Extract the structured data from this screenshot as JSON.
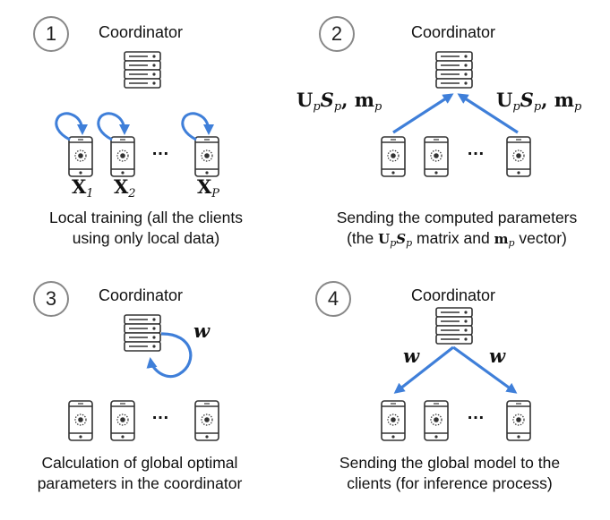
{
  "colors": {
    "arrow": "#3f7fd9",
    "device": "#333333",
    "circle": "#888888"
  },
  "icons": {
    "server": "server-icon",
    "phone": "smartphone-icon"
  },
  "panels": [
    {
      "step": "1",
      "coordinator": "Coordinator",
      "dots": "…",
      "client_labels": [
        "X",
        "X",
        "X"
      ],
      "client_subscripts": [
        "1",
        "2",
        "P"
      ],
      "caption_line1": "Local training (all the clients",
      "caption_line2": "using only local data)"
    },
    {
      "step": "2",
      "coordinator": "Coordinator",
      "dots": "…",
      "param_U": "U",
      "param_p": "p",
      "param_S": "S",
      "param_sep": ", ",
      "param_m": "m",
      "caption_line1": "Sending the computed parameters",
      "caption_prefix": "(the ",
      "caption_U": "U",
      "caption_S": "S",
      "caption_p": "p",
      "caption_mid": " matrix and ",
      "caption_m": "m",
      "caption_suffix": " vector)"
    },
    {
      "step": "3",
      "coordinator": "Coordinator",
      "dots": "…",
      "weight": "w",
      "caption_line1": "Calculation of global optimal",
      "caption_line2": "parameters in the coordinator"
    },
    {
      "step": "4",
      "coordinator": "Coordinator",
      "dots": "…",
      "weight_left": "w",
      "weight_right": "w",
      "caption_line1": "Sending the global model to the",
      "caption_line2": "clients (for inference process)"
    }
  ]
}
